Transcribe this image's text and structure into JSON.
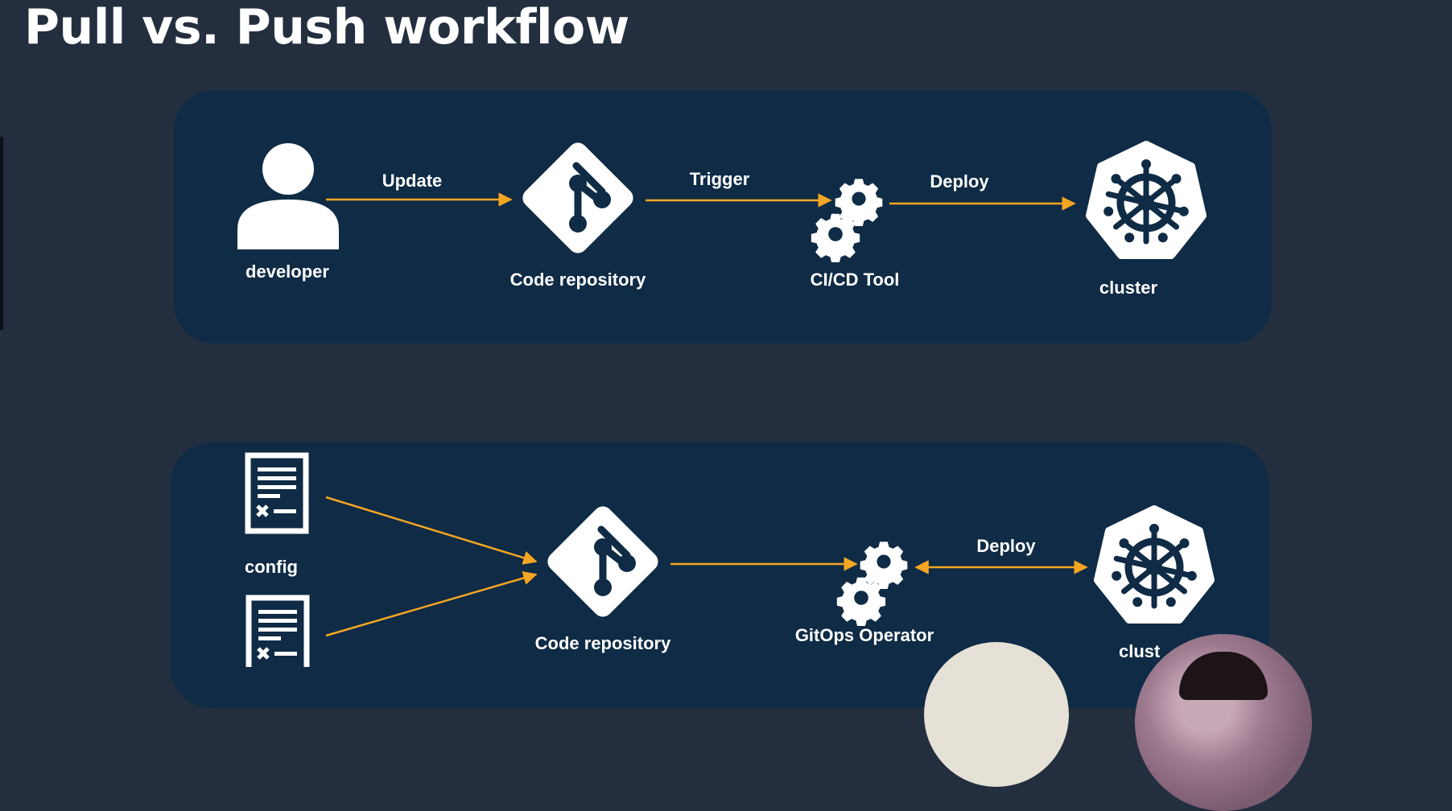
{
  "title": "Pull vs. Push workflow",
  "colors": {
    "background": "#232f3e",
    "panel": "#0f2b45",
    "arrow": "#f5a623",
    "icon": "#ffffff"
  },
  "push": {
    "developer_label": "developer",
    "update_label": "Update",
    "repo_label": "Code repository",
    "trigger_label": "Trigger",
    "cicd_label": "CI/CD Tool",
    "deploy_label": "Deploy",
    "cluster_label": "cluster"
  },
  "pull": {
    "config_label": "config",
    "repo_label": "Code repository",
    "operator_label": "GitOps Operator",
    "deploy_label": "Deploy",
    "cluster_label": "clust"
  },
  "icons": {
    "developer": "user-icon",
    "repository": "git-icon",
    "cicd": "gears-icon",
    "cluster": "kubernetes-icon",
    "config": "document-icon"
  }
}
